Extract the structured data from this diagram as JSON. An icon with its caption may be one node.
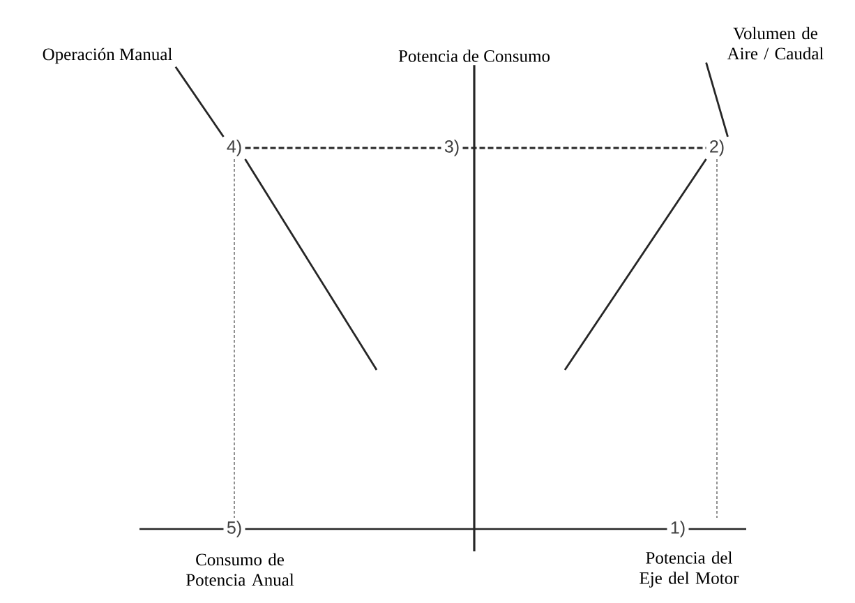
{
  "diagram": {
    "nodes": [
      {
        "text": [
          "Operación Manual"
        ]
      },
      {
        "text": [
          "Potencia de Consumo"
        ]
      },
      {
        "text": [
          "Volumen de Aire / Caudal"
        ]
      },
      {
        "text": [
          "4)"
        ]
      },
      {
        "text": [
          "3)"
        ]
      },
      {
        "text": [
          "2)"
        ]
      },
      {
        "text": [
          "1)"
        ]
      },
      {
        "text": [
          "5)"
        ]
      }
    ],
    "edges": [
      {
        "from": 0,
        "to": 3,
        "arrow": "none"
      },
      {
        "from": 1,
        "to": null,
        "arrow": "none"
      },
      {
        "from": 2,
        "to": 5,
        "arrow": "none"
      },
      {
        "from": 3,
        "to": 4,
        "arrow": "none",
        "style": "dashed"
      },
      {
        "from": 4,
        "to": 5,
        "arrow": "none",
        "style": "dashed"
      },
      {
        "from": 3,
        "to": 7,
        "arrow": "none",
        "style": "dashed"
      },
      {
        "from": 5,
        "to": 6,
        "arrow": "none",
        "style": "dashed"
      },
      {
        "from": 7,
        "to": 6,
        "arrow": "none"
      },
      {
        "from": 3,
        "to": null,
        "arrow": "none"
      },
      {
        "from": 5,
        "to": null,
        "arrow": "none"
      },
      {
        "from": null,
        "to": 7,
        "arrow": "none"
      },
      {
        "from": 6,
        "to": null,
        "arrow": "none"
      }
    ],
    "labels": [
      "Consumo de Potencia Anual",
      "Potencia del Eje del Motor"
    ]
  }
}
